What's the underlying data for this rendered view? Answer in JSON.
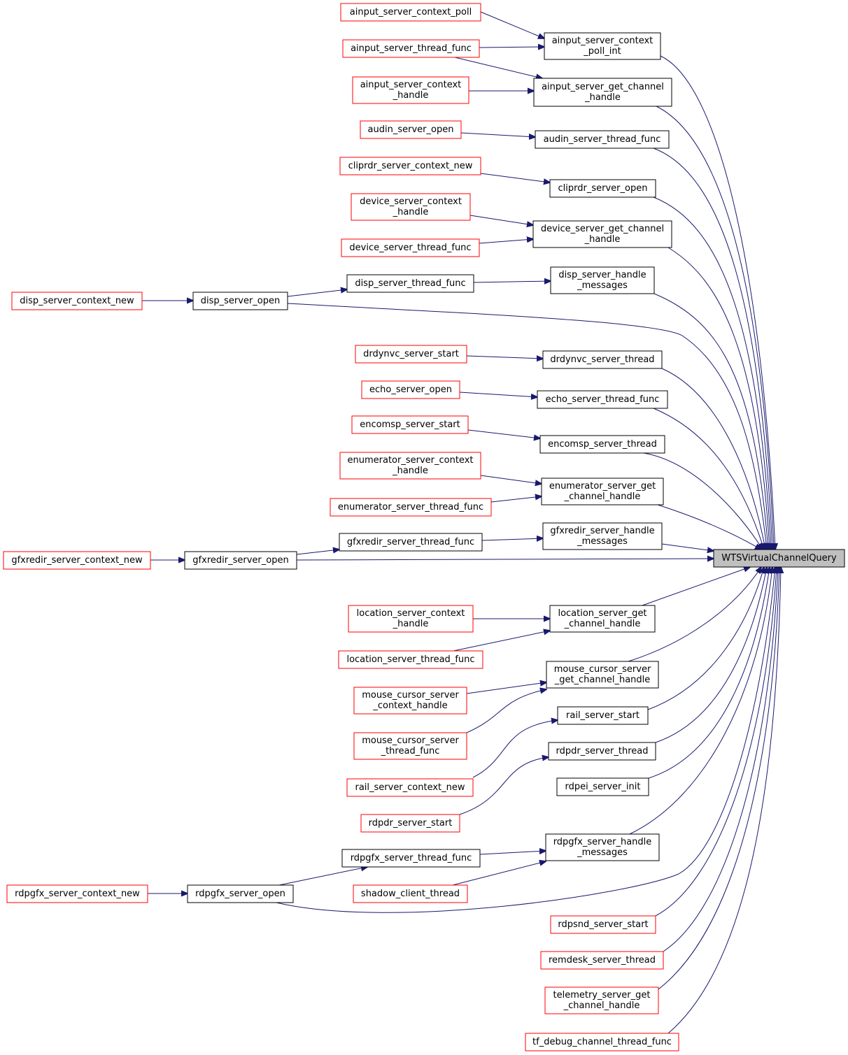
{
  "target": "WTSVirtualChannelQuery",
  "nodes": [
    {
      "id": "n1",
      "label": [
        "ainput_server_context_poll"
      ],
      "kind": "red"
    },
    {
      "id": "n2",
      "label": [
        "ainput_server_context",
        "_poll_int"
      ],
      "kind": "black"
    },
    {
      "id": "n3",
      "label": [
        "ainput_server_thread_func"
      ],
      "kind": "red"
    },
    {
      "id": "n4",
      "label": [
        "ainput_server_context",
        "_handle"
      ],
      "kind": "red"
    },
    {
      "id": "n5",
      "label": [
        "ainput_server_get_channel",
        "_handle"
      ],
      "kind": "black"
    },
    {
      "id": "n6",
      "label": [
        "audin_server_open"
      ],
      "kind": "red"
    },
    {
      "id": "n7",
      "label": [
        "audin_server_thread_func"
      ],
      "kind": "black"
    },
    {
      "id": "n8",
      "label": [
        "cliprdr_server_context_new"
      ],
      "kind": "red"
    },
    {
      "id": "n9",
      "label": [
        "cliprdr_server_open"
      ],
      "kind": "black"
    },
    {
      "id": "n10",
      "label": [
        "device_server_context",
        "_handle"
      ],
      "kind": "red"
    },
    {
      "id": "n11",
      "label": [
        "device_server_get_channel",
        "_handle"
      ],
      "kind": "black"
    },
    {
      "id": "n12",
      "label": [
        "device_server_thread_func"
      ],
      "kind": "red"
    },
    {
      "id": "n13",
      "label": [
        "disp_server_thread_func"
      ],
      "kind": "black"
    },
    {
      "id": "n14",
      "label": [
        "disp_server_handle",
        "_messages"
      ],
      "kind": "black"
    },
    {
      "id": "n15",
      "label": [
        "disp_server_context_new"
      ],
      "kind": "red"
    },
    {
      "id": "n16",
      "label": [
        "disp_server_open"
      ],
      "kind": "black"
    },
    {
      "id": "n17",
      "label": [
        "drdynvc_server_start"
      ],
      "kind": "red"
    },
    {
      "id": "n18",
      "label": [
        "drdynvc_server_thread"
      ],
      "kind": "black"
    },
    {
      "id": "n19",
      "label": [
        "echo_server_open"
      ],
      "kind": "red"
    },
    {
      "id": "n20",
      "label": [
        "echo_server_thread_func"
      ],
      "kind": "black"
    },
    {
      "id": "n21",
      "label": [
        "encomsp_server_start"
      ],
      "kind": "red"
    },
    {
      "id": "n22",
      "label": [
        "encomsp_server_thread"
      ],
      "kind": "black"
    },
    {
      "id": "n23",
      "label": [
        "enumerator_server_context",
        "_handle"
      ],
      "kind": "red"
    },
    {
      "id": "n24",
      "label": [
        "enumerator_server_get",
        "_channel_handle"
      ],
      "kind": "black"
    },
    {
      "id": "n25",
      "label": [
        "enumerator_server_thread_func"
      ],
      "kind": "red"
    },
    {
      "id": "n26",
      "label": [
        "gfxredir_server_handle",
        "_messages"
      ],
      "kind": "black"
    },
    {
      "id": "n27",
      "label": [
        "gfxredir_server_thread_func"
      ],
      "kind": "black"
    },
    {
      "id": "n28",
      "label": [
        "gfxredir_server_context_new"
      ],
      "kind": "red"
    },
    {
      "id": "n29",
      "label": [
        "gfxredir_server_open"
      ],
      "kind": "black"
    },
    {
      "id": "n30",
      "label": [
        "WTSVirtualChannelQuery"
      ],
      "kind": "target"
    },
    {
      "id": "n31",
      "label": [
        "location_server_context",
        "_handle"
      ],
      "kind": "red"
    },
    {
      "id": "n32",
      "label": [
        "location_server_get",
        "_channel_handle"
      ],
      "kind": "black"
    },
    {
      "id": "n33",
      "label": [
        "location_server_thread_func"
      ],
      "kind": "red"
    },
    {
      "id": "n34",
      "label": [
        "mouse_cursor_server",
        "_get_channel_handle"
      ],
      "kind": "black"
    },
    {
      "id": "n35",
      "label": [
        "mouse_cursor_server",
        "_context_handle"
      ],
      "kind": "red"
    },
    {
      "id": "n36",
      "label": [
        "rail_server_start"
      ],
      "kind": "black"
    },
    {
      "id": "n37",
      "label": [
        "mouse_cursor_server",
        "_thread_func"
      ],
      "kind": "red"
    },
    {
      "id": "n38",
      "label": [
        "rdpdr_server_thread"
      ],
      "kind": "black"
    },
    {
      "id": "n39",
      "label": [
        "rdpei_server_init"
      ],
      "kind": "black"
    },
    {
      "id": "n40",
      "label": [
        "rail_server_context_new"
      ],
      "kind": "red"
    },
    {
      "id": "n41",
      "label": [
        "rdpdr_server_start"
      ],
      "kind": "red"
    },
    {
      "id": "n42",
      "label": [
        "rdpgfx_server_handle",
        "_messages"
      ],
      "kind": "black"
    },
    {
      "id": "n43",
      "label": [
        "rdpgfx_server_thread_func"
      ],
      "kind": "black"
    },
    {
      "id": "n44",
      "label": [
        "rdpgfx_server_context_new"
      ],
      "kind": "red"
    },
    {
      "id": "n45",
      "label": [
        "rdpgfx_server_open"
      ],
      "kind": "black"
    },
    {
      "id": "n46",
      "label": [
        "shadow_client_thread"
      ],
      "kind": "red"
    },
    {
      "id": "n47",
      "label": [
        "rdpsnd_server_start"
      ],
      "kind": "red"
    },
    {
      "id": "n48",
      "label": [
        "remdesk_server_thread"
      ],
      "kind": "red"
    },
    {
      "id": "n49",
      "label": [
        "telemetry_server_get",
        "_channel_handle"
      ],
      "kind": "red"
    },
    {
      "id": "n50",
      "label": [
        "tf_debug_channel_thread_func"
      ],
      "kind": "red"
    }
  ],
  "edges": [
    {
      "from": "n1",
      "to": "n2"
    },
    {
      "from": "n3",
      "to": "n2"
    },
    {
      "from": "n3",
      "to": "n5"
    },
    {
      "from": "n4",
      "to": "n5"
    },
    {
      "from": "n6",
      "to": "n7"
    },
    {
      "from": "n8",
      "to": "n9"
    },
    {
      "from": "n10",
      "to": "n11"
    },
    {
      "from": "n12",
      "to": "n11"
    },
    {
      "from": "n13",
      "to": "n14"
    },
    {
      "from": "n15",
      "to": "n16"
    },
    {
      "from": "n16",
      "to": "n13"
    },
    {
      "from": "n17",
      "to": "n18"
    },
    {
      "from": "n19",
      "to": "n20"
    },
    {
      "from": "n21",
      "to": "n22"
    },
    {
      "from": "n23",
      "to": "n24"
    },
    {
      "from": "n25",
      "to": "n24"
    },
    {
      "from": "n27",
      "to": "n26"
    },
    {
      "from": "n28",
      "to": "n29"
    },
    {
      "from": "n29",
      "to": "n27"
    },
    {
      "from": "n31",
      "to": "n32"
    },
    {
      "from": "n33",
      "to": "n32"
    },
    {
      "from": "n35",
      "to": "n34"
    },
    {
      "from": "n37",
      "to": "n34"
    },
    {
      "from": "n40",
      "to": "n36"
    },
    {
      "from": "n41",
      "to": "n38"
    },
    {
      "from": "n43",
      "to": "n42"
    },
    {
      "from": "n46",
      "to": "n42"
    },
    {
      "from": "n44",
      "to": "n45"
    },
    {
      "from": "n45",
      "to": "n43"
    },
    {
      "from": "n2",
      "to": "n30"
    },
    {
      "from": "n5",
      "to": "n30"
    },
    {
      "from": "n7",
      "to": "n30"
    },
    {
      "from": "n9",
      "to": "n30"
    },
    {
      "from": "n11",
      "to": "n30"
    },
    {
      "from": "n14",
      "to": "n30"
    },
    {
      "from": "n16",
      "to": "n30"
    },
    {
      "from": "n18",
      "to": "n30"
    },
    {
      "from": "n20",
      "to": "n30"
    },
    {
      "from": "n22",
      "to": "n30"
    },
    {
      "from": "n24",
      "to": "n30"
    },
    {
      "from": "n26",
      "to": "n30"
    },
    {
      "from": "n29",
      "to": "n30"
    },
    {
      "from": "n32",
      "to": "n30"
    },
    {
      "from": "n34",
      "to": "n30"
    },
    {
      "from": "n36",
      "to": "n30"
    },
    {
      "from": "n38",
      "to": "n30"
    },
    {
      "from": "n39",
      "to": "n30"
    },
    {
      "from": "n42",
      "to": "n30"
    },
    {
      "from": "n45",
      "to": "n30"
    },
    {
      "from": "n47",
      "to": "n30"
    },
    {
      "from": "n48",
      "to": "n30"
    },
    {
      "from": "n49",
      "to": "n30"
    },
    {
      "from": "n50",
      "to": "n30"
    }
  ]
}
